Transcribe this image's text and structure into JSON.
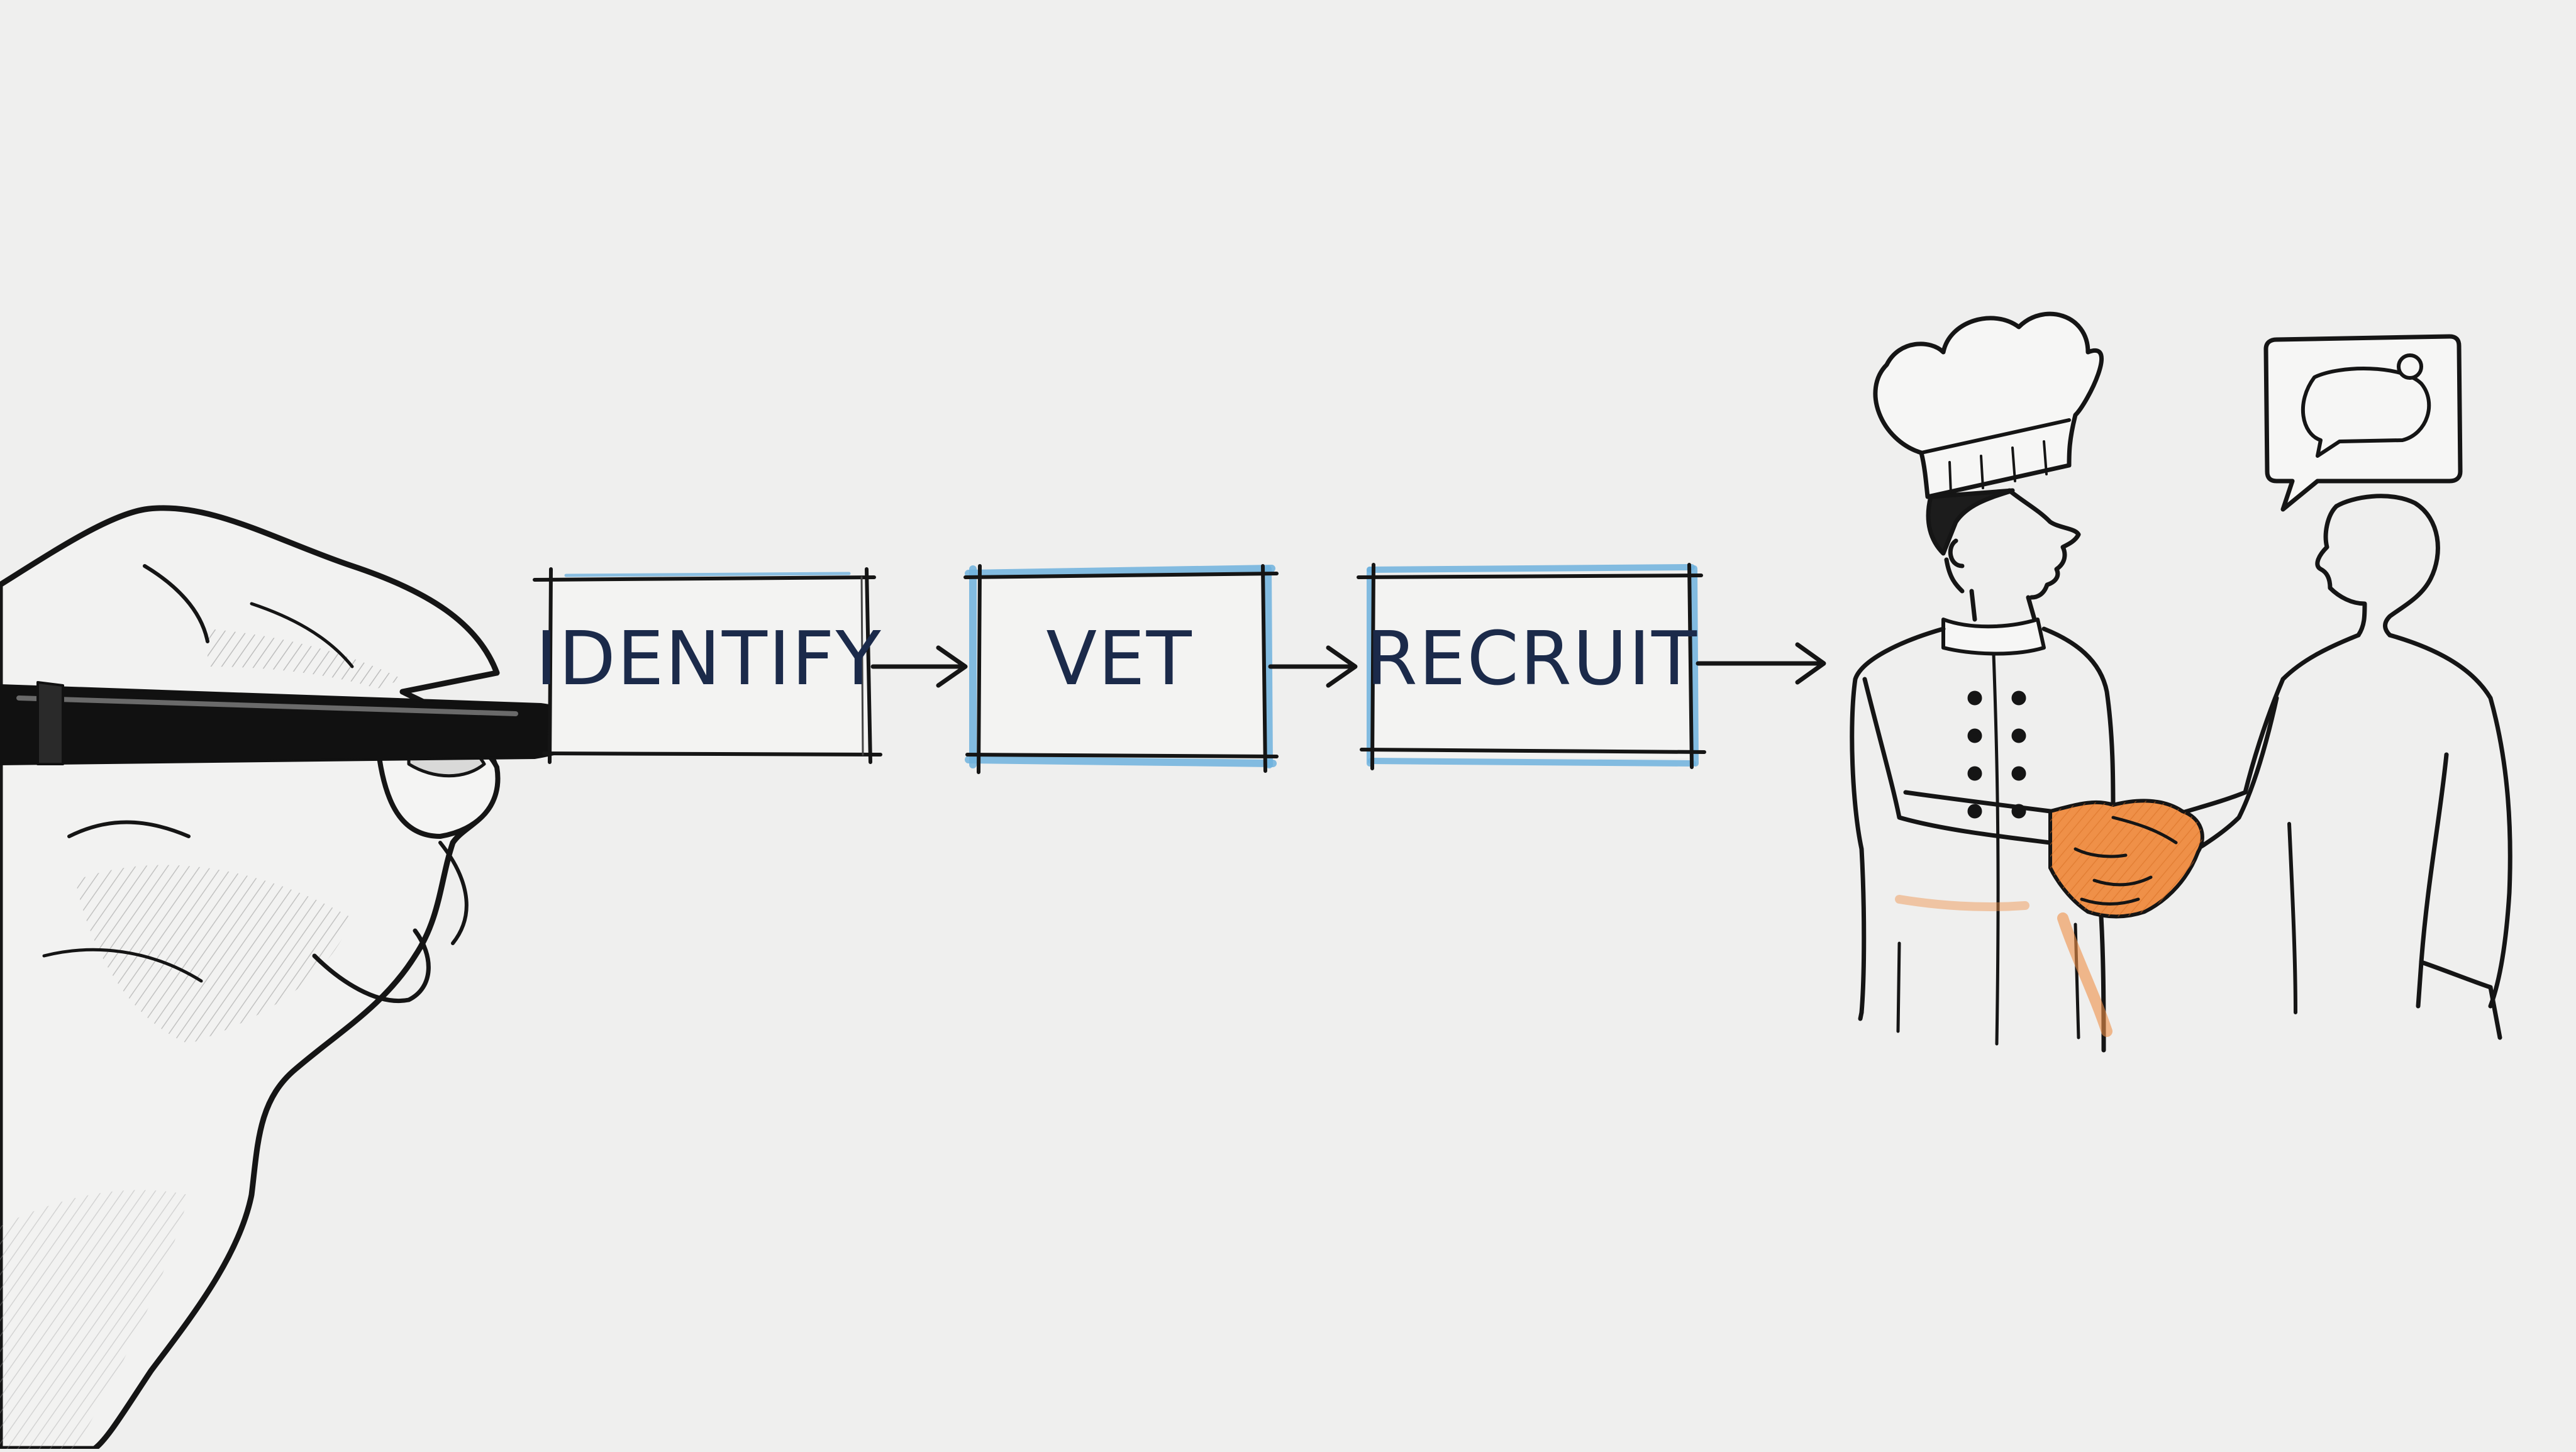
{
  "steps": [
    {
      "label": "IDENTIFY",
      "highlighted": false
    },
    {
      "label": "VET",
      "highlighted": true
    },
    {
      "label": "RECRUIT",
      "highlighted": true
    }
  ],
  "colors": {
    "paper": "#efefee",
    "ink": "#151515",
    "label_ink": "#1b2a4a",
    "highlight_blue": "#6fb2dd",
    "handshake_orange": "#ef9048",
    "pencil_shade": "#8a8a8a"
  },
  "icons": {
    "hand": "hand-holding-pen-icon",
    "pen": "marker-pen-icon",
    "chef": "chef-icon",
    "person": "person-icon",
    "handshake": "handshake-icon",
    "speech": "speech-bubble-icon"
  }
}
